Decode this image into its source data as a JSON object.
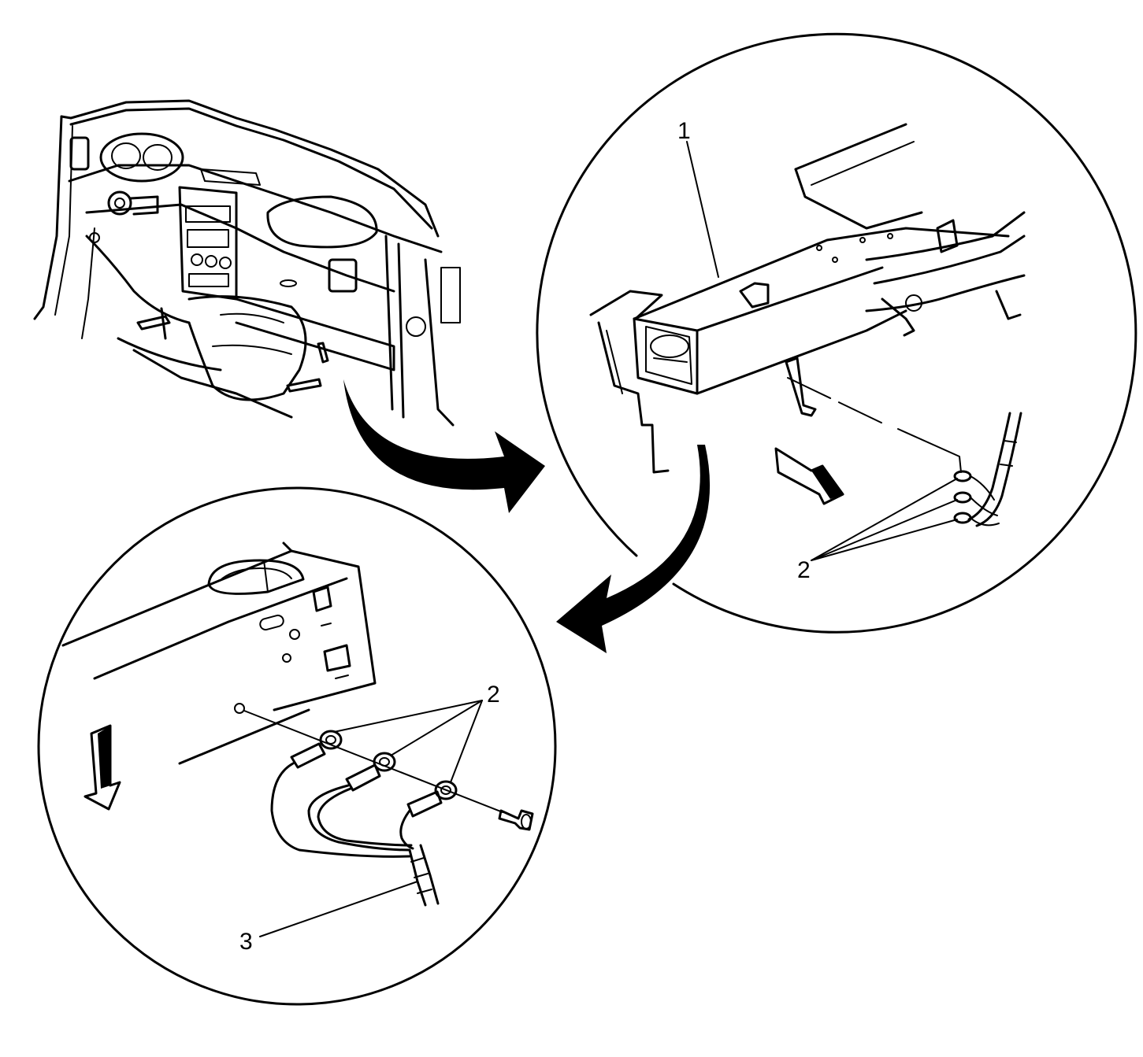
{
  "callouts": {
    "part_1": "1",
    "part_2_upper": "2",
    "part_2_lower": "2",
    "part_3": "3"
  },
  "icons": {
    "flow_arrow": "curved-arrow-icon",
    "direction_arrow": "block-arrow-icon",
    "fastener": "bolt-icon"
  }
}
